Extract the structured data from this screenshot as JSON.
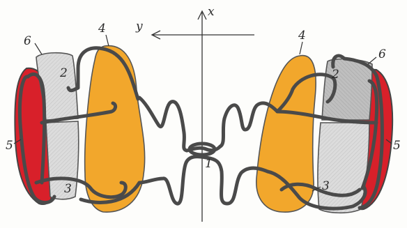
{
  "axes": {
    "x_label": "x",
    "y_label": "y"
  },
  "labels": {
    "left": {
      "6": "6",
      "4": "4",
      "2": "2",
      "5": "5",
      "3": "3"
    },
    "right": {
      "4": "4",
      "6": "6",
      "2": "2",
      "5": "5",
      "3": "3"
    },
    "center": "1"
  },
  "colors": {
    "orange": "#f2a72c",
    "red": "#d8202a",
    "gray_light": "#e2e2e2",
    "gray_mid": "#bdbdbd",
    "wire": "#4a4a4a",
    "ink": "#2a2a2a"
  }
}
